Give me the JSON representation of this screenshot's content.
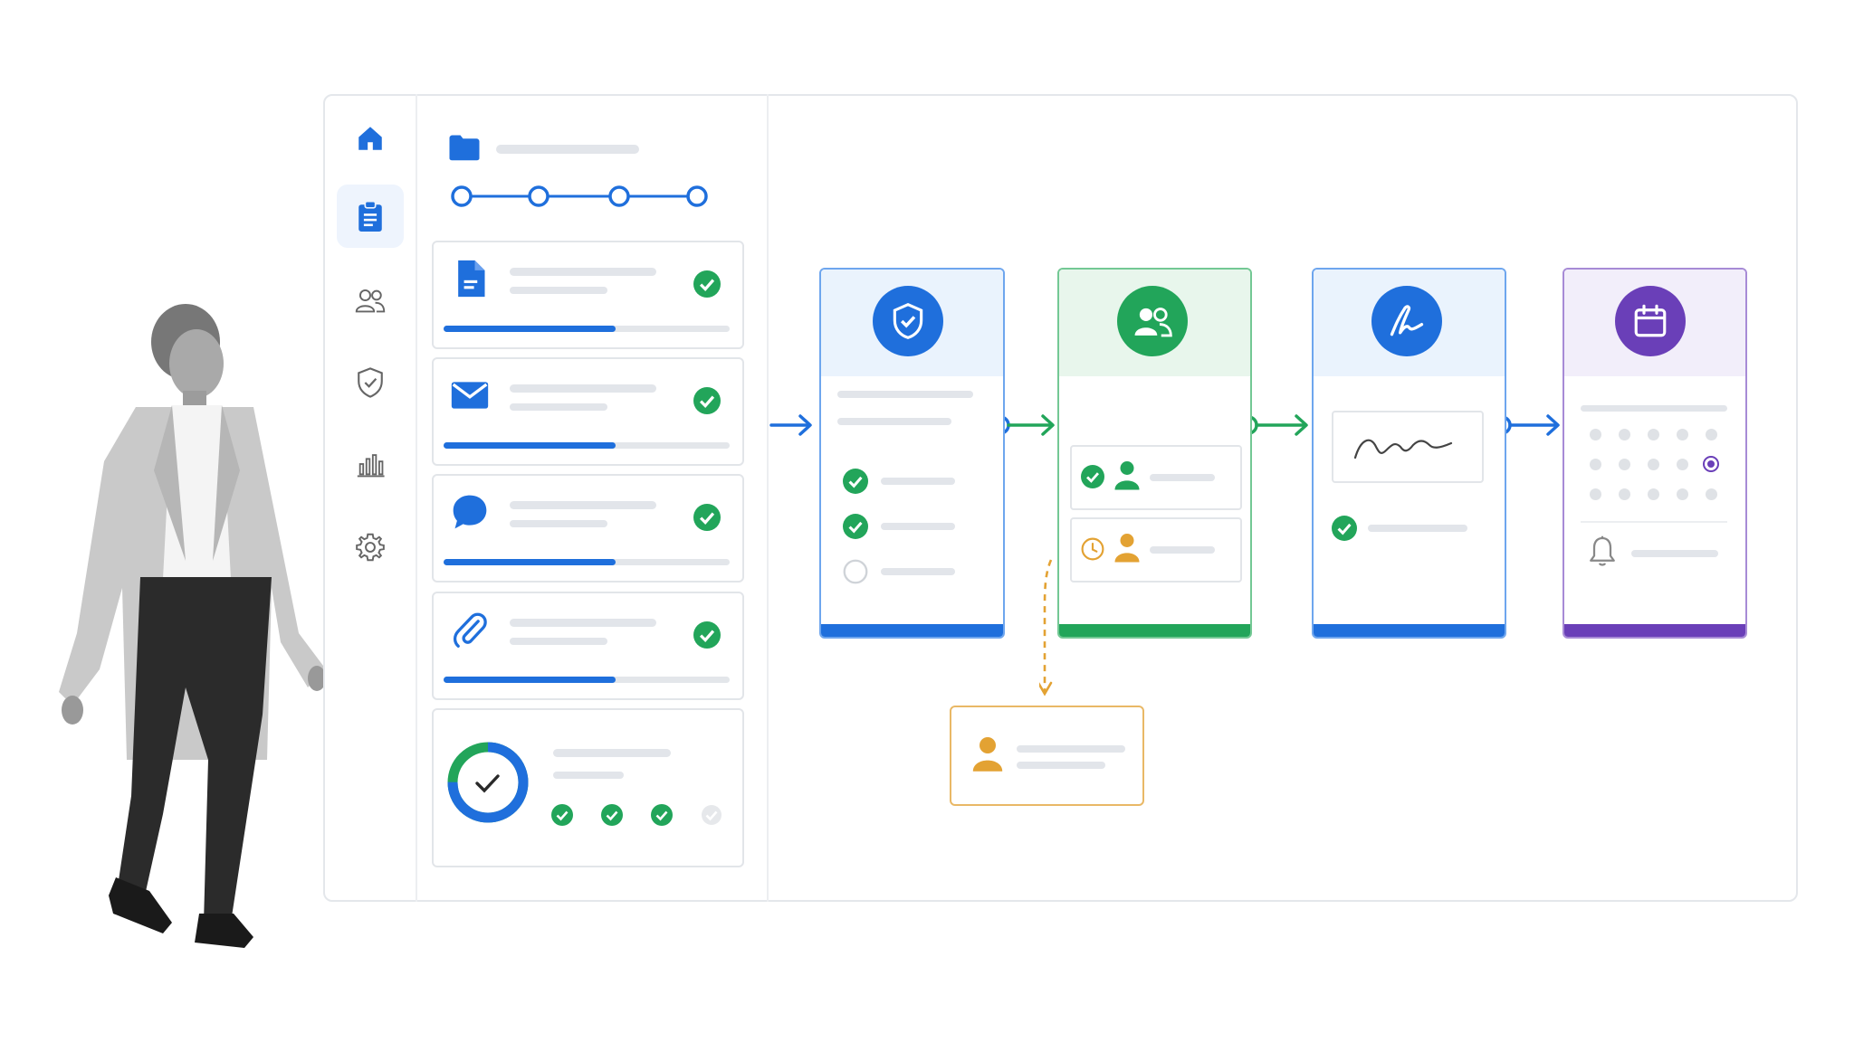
{
  "colors": {
    "blue": "#1f6fdc",
    "green": "#22a55a",
    "purple": "#6a3fb8",
    "orange": "#e3a233",
    "placeholder": "#e2e5ea"
  },
  "sidebar": {
    "items": [
      {
        "icon": "home-icon",
        "active": false
      },
      {
        "icon": "clipboard-icon",
        "active": true
      },
      {
        "icon": "users-icon",
        "active": false
      },
      {
        "icon": "shield-icon",
        "active": false
      },
      {
        "icon": "chart-icon",
        "active": false
      },
      {
        "icon": "gear-icon",
        "active": false
      }
    ]
  },
  "checklist": {
    "header_icon": "folder-icon",
    "stepper_nodes": 4,
    "items": [
      {
        "icon": "document-icon",
        "progress": 0.6,
        "status": "complete"
      },
      {
        "icon": "envelope-icon",
        "progress": 0.6,
        "status": "complete"
      },
      {
        "icon": "chat-bubble-icon",
        "progress": 0.6,
        "status": "complete"
      },
      {
        "icon": "paperclip-icon",
        "progress": 0.6,
        "status": "complete"
      }
    ],
    "summary": {
      "ring_progress": 0.75,
      "checks_done": 3,
      "checks_total": 4
    }
  },
  "workflow": {
    "steps": [
      {
        "icon": "shield-check-icon",
        "color": "#1f6fdc"
      },
      {
        "icon": "users-icon",
        "color": "#22a55a"
      },
      {
        "icon": "signature-icon",
        "color": "#1f6fdc"
      },
      {
        "icon": "calendar-icon",
        "color": "#6a3fb8"
      }
    ],
    "escalation": {
      "icon": "person-icon",
      "color": "#e3a233"
    }
  }
}
